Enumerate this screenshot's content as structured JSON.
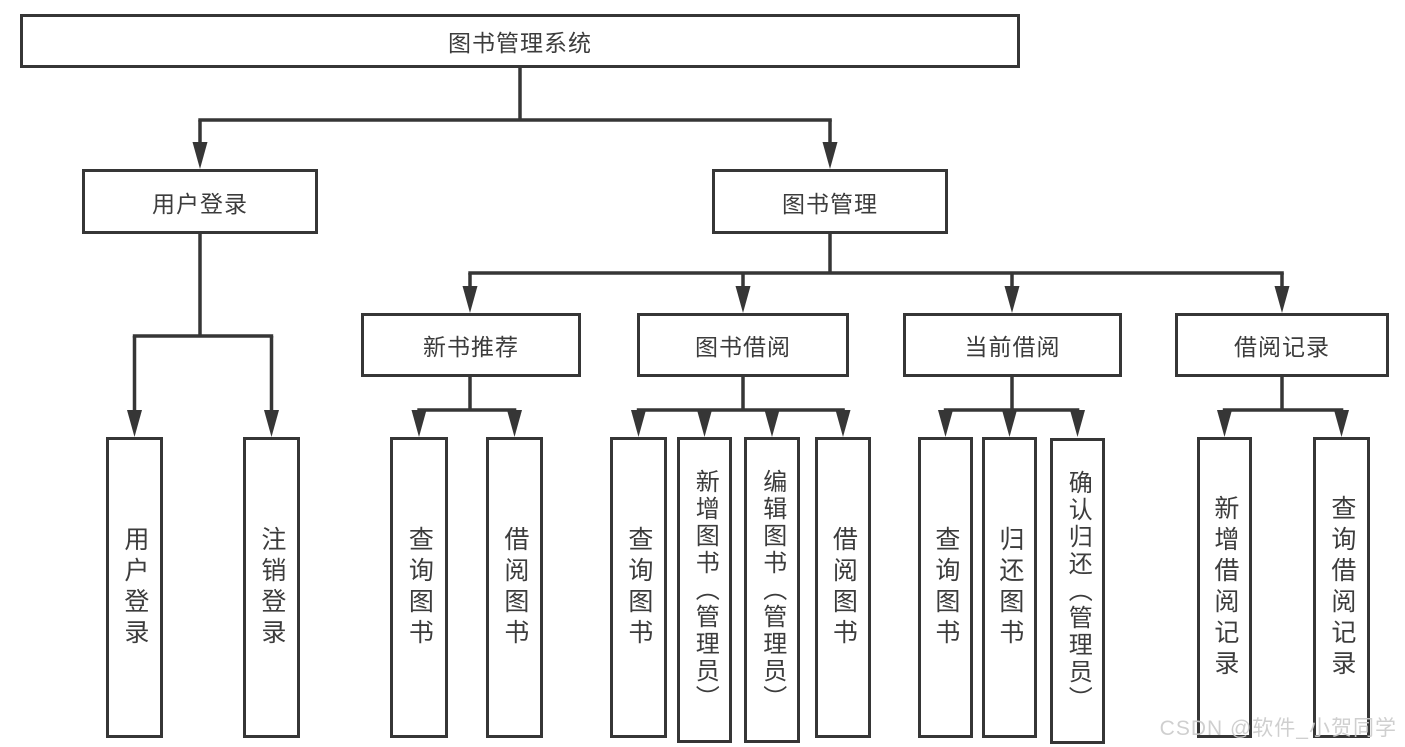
{
  "tree": {
    "label": "图书管理系统",
    "children": [
      {
        "label": "用户登录",
        "children": [
          {
            "label": "用户登录"
          },
          {
            "label": "注销登录"
          }
        ]
      },
      {
        "label": "图书管理",
        "children": [
          {
            "label": "新书推荐",
            "children": [
              {
                "label": "查询图书"
              },
              {
                "label": "借阅图书"
              }
            ]
          },
          {
            "label": "图书借阅",
            "children": [
              {
                "label": "查询图书"
              },
              {
                "label": "新增图书（管理员）"
              },
              {
                "label": "编辑图书（管理员）"
              },
              {
                "label": "借阅图书"
              }
            ]
          },
          {
            "label": "当前借阅",
            "children": [
              {
                "label": "查询图书"
              },
              {
                "label": "归还图书"
              },
              {
                "label": "确认归还（管理员）"
              }
            ]
          },
          {
            "label": "借阅记录",
            "children": [
              {
                "label": "新增借阅记录"
              },
              {
                "label": "查询借阅记录"
              }
            ]
          }
        ]
      }
    ]
  },
  "watermark": {
    "text": "CSDN @软件_小贺同学"
  },
  "colors": {
    "line": "#363636",
    "box_border": "#363636",
    "text": "#3c3c3c",
    "background": "#ffffff",
    "watermark": "#cccccc"
  }
}
